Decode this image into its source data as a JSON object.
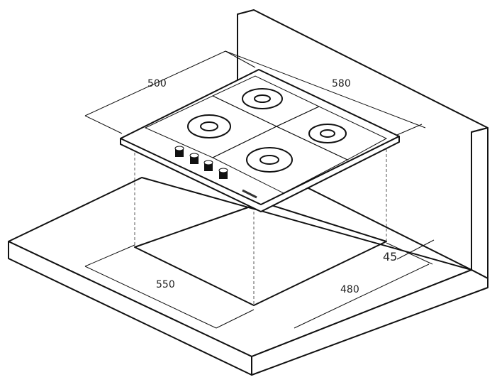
{
  "brand_logo": "brand-logo",
  "dimensions": {
    "width_top": "500",
    "depth_top": "580",
    "cutout_width": "550",
    "cutout_depth": "480",
    "back_offset": "45"
  }
}
